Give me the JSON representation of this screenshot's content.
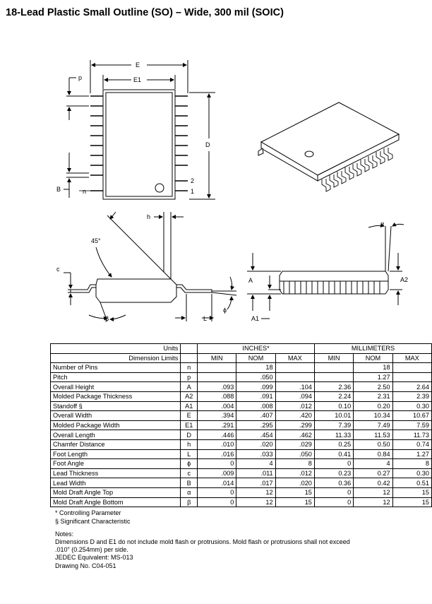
{
  "title": "18-Lead Plastic Small Outline (SO) – Wide, 300 mil (SOIC)",
  "drawing_labels": {
    "E": "E",
    "E1": "E1",
    "p": "p",
    "D": "D",
    "B": "B",
    "n": "n",
    "pin2": "2",
    "pin1": "1",
    "h": "h",
    "angle45": "45°",
    "c": "c",
    "beta": "β",
    "phi": "ϕ",
    "L": "L",
    "alpha": "α",
    "A": "A",
    "A2": "A2",
    "A1": "A1"
  },
  "table": {
    "units_label": "Units",
    "inches_label": "INCHES*",
    "mm_label": "MILLIMETERS",
    "limits_label": "Dimension Limits",
    "sub_headers": [
      "MIN",
      "NOM",
      "MAX",
      "MIN",
      "NOM",
      "MAX"
    ],
    "rows": [
      {
        "label": "Number of Pins",
        "sym": "n",
        "in_min": "",
        "in_nom": "18",
        "in_max": "",
        "mm_min": "",
        "mm_nom": "18",
        "mm_max": ""
      },
      {
        "label": "Pitch",
        "sym": "p",
        "in_min": "",
        "in_nom": ".050",
        "in_max": "",
        "mm_min": "",
        "mm_nom": "1.27",
        "mm_max": ""
      },
      {
        "label": "Overall Height",
        "sym": "A",
        "in_min": ".093",
        "in_nom": ".099",
        "in_max": ".104",
        "mm_min": "2.36",
        "mm_nom": "2.50",
        "mm_max": "2.64"
      },
      {
        "label": "Molded Package Thickness",
        "sym": "A2",
        "in_min": ".088",
        "in_nom": ".091",
        "in_max": ".094",
        "mm_min": "2.24",
        "mm_nom": "2.31",
        "mm_max": "2.39"
      },
      {
        "label": "Standoff   §",
        "sym": "A1",
        "in_min": ".004",
        "in_nom": ".008",
        "in_max": ".012",
        "mm_min": "0.10",
        "mm_nom": "0.20",
        "mm_max": "0.30"
      },
      {
        "label": "Overall Width",
        "sym": "E",
        "in_min": ".394",
        "in_nom": ".407",
        "in_max": ".420",
        "mm_min": "10.01",
        "mm_nom": "10.34",
        "mm_max": "10.67"
      },
      {
        "label": "Molded Package Width",
        "sym": "E1",
        "in_min": ".291",
        "in_nom": ".295",
        "in_max": ".299",
        "mm_min": "7.39",
        "mm_nom": "7.49",
        "mm_max": "7.59"
      },
      {
        "label": "Overall Length",
        "sym": "D",
        "in_min": ".446",
        "in_nom": ".454",
        "in_max": ".462",
        "mm_min": "11.33",
        "mm_nom": "11.53",
        "mm_max": "11.73"
      },
      {
        "label": "Chamfer Distance",
        "sym": "h",
        "in_min": ".010",
        "in_nom": ".020",
        "in_max": ".029",
        "mm_min": "0.25",
        "mm_nom": "0.50",
        "mm_max": "0.74"
      },
      {
        "label": "Foot Length",
        "sym": "L",
        "in_min": ".016",
        "in_nom": ".033",
        "in_max": ".050",
        "mm_min": "0.41",
        "mm_nom": "0.84",
        "mm_max": "1.27"
      },
      {
        "label": "Foot Angle",
        "sym": "ϕ",
        "in_min": "0",
        "in_nom": "4",
        "in_max": "8",
        "mm_min": "0",
        "mm_nom": "4",
        "mm_max": "8"
      },
      {
        "label": "Lead Thickness",
        "sym": "c",
        "in_min": ".009",
        "in_nom": ".011",
        "in_max": ".012",
        "mm_min": "0.23",
        "mm_nom": "0.27",
        "mm_max": "0.30"
      },
      {
        "label": "Lead Width",
        "sym": "B",
        "in_min": ".014",
        "in_nom": ".017",
        "in_max": ".020",
        "mm_min": "0.36",
        "mm_nom": "0.42",
        "mm_max": "0.51"
      },
      {
        "label": "Mold Draft Angle Top",
        "sym": "α",
        "in_min": "0",
        "in_nom": "12",
        "in_max": "15",
        "mm_min": "0",
        "mm_nom": "12",
        "mm_max": "15"
      },
      {
        "label": "Mold Draft Angle Bottom",
        "sym": "β",
        "in_min": "0",
        "in_nom": "12",
        "in_max": "15",
        "mm_min": "0",
        "mm_nom": "12",
        "mm_max": "15"
      }
    ]
  },
  "footnotes": {
    "controlling": "* Controlling Parameter",
    "significant": "§ Significant Characteristic",
    "notes_title": "Notes:",
    "note1": "Dimensions D and E1 do not include mold flash or protrusions. Mold flash or protrusions shall not exceed",
    "note2": ".010\" (0.254mm) per side.",
    "jedec": "JEDEC Equivalent:  MS-013",
    "drawing_no": "Drawing No. C04-051"
  }
}
